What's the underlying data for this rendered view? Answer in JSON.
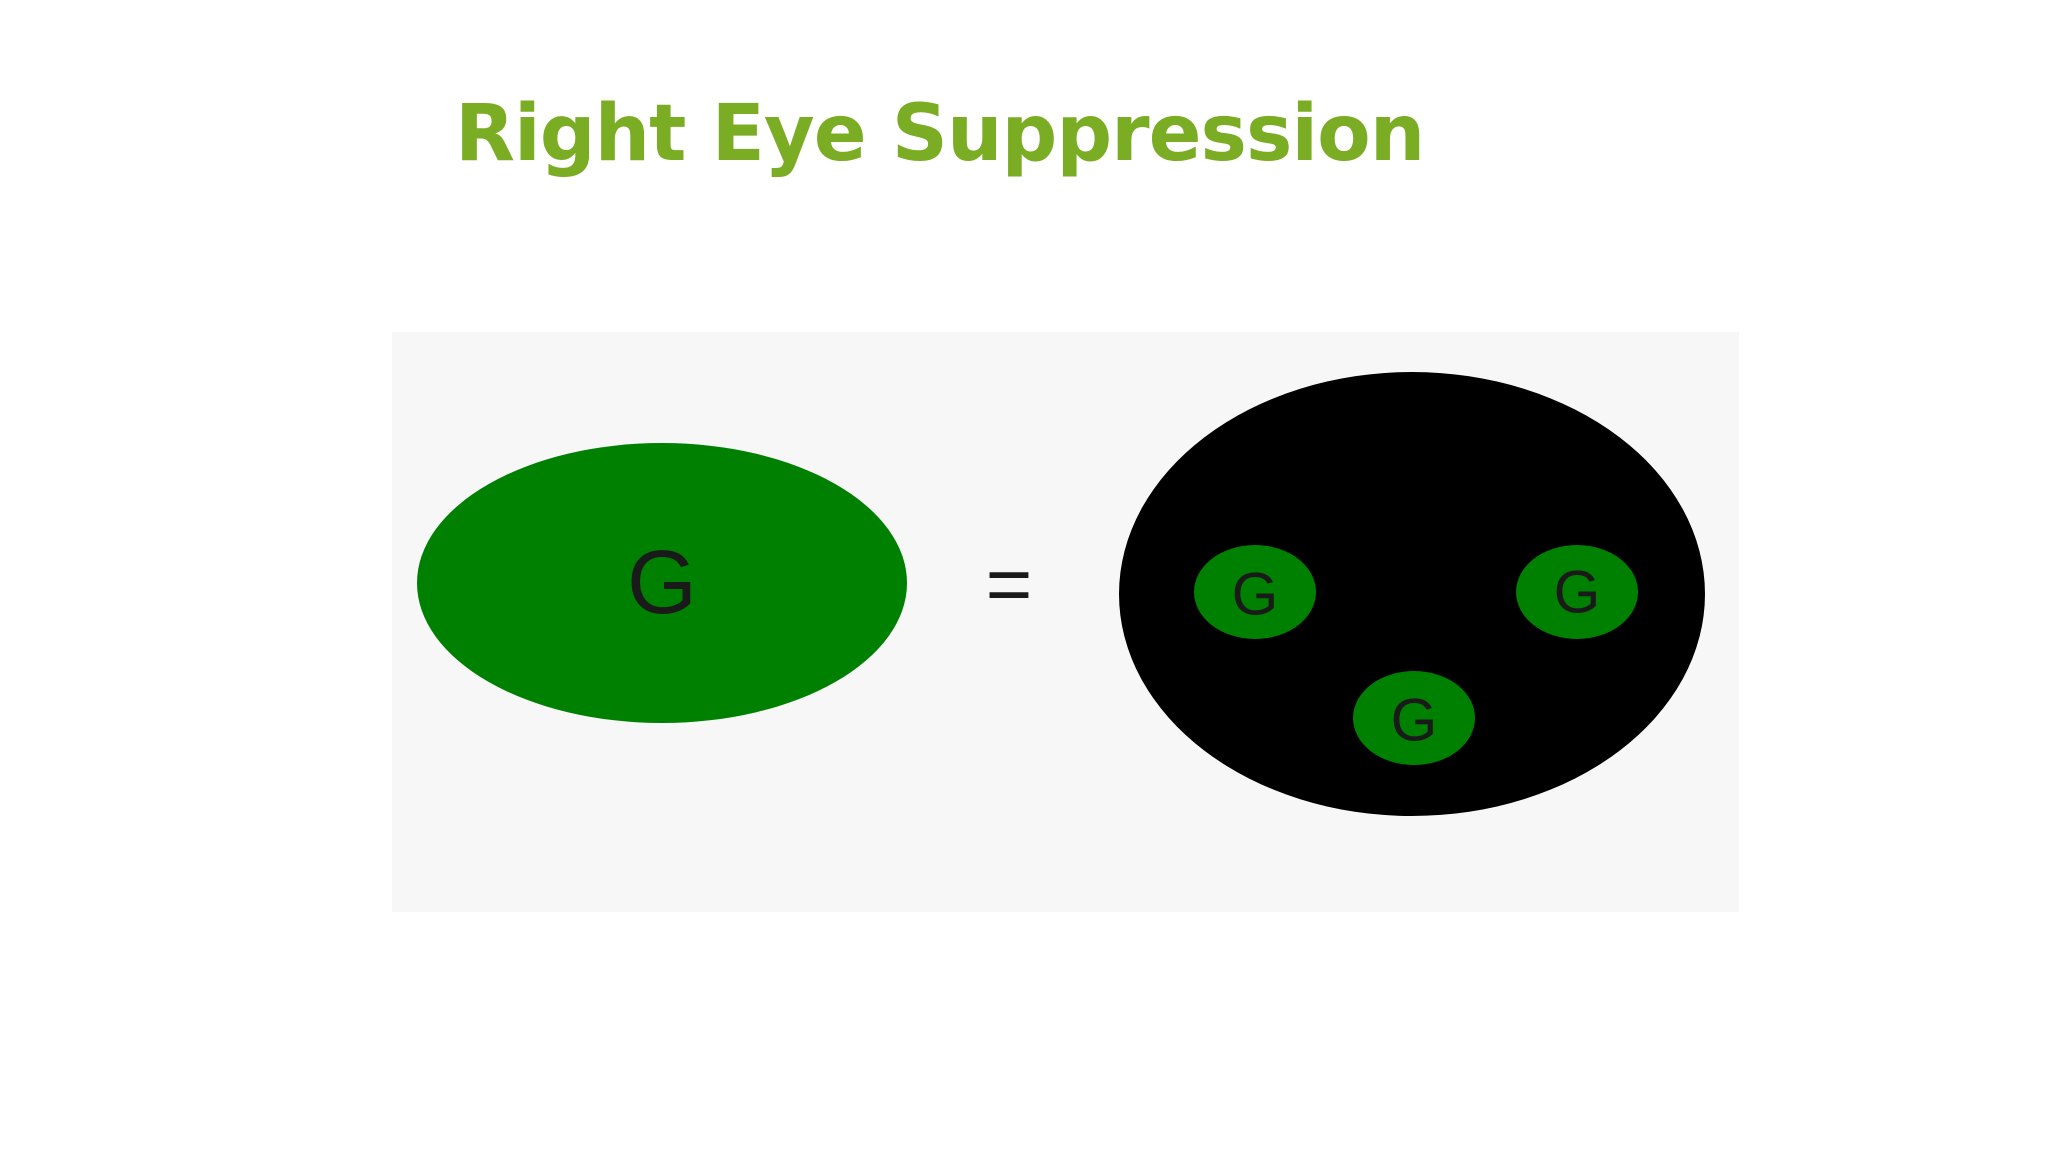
{
  "slide": {
    "title": "Right Eye Suppression",
    "title_color": "#7aad24"
  },
  "diagram": {
    "left_oval_letter": "G",
    "equals_sign": "=",
    "right_circle_letters": [
      "G",
      "G",
      "G"
    ],
    "colors": {
      "green_fill": "#008000",
      "black_fill": "#000000",
      "letter_color": "#1a1a1a",
      "panel_background": "#f7f7f8"
    }
  }
}
